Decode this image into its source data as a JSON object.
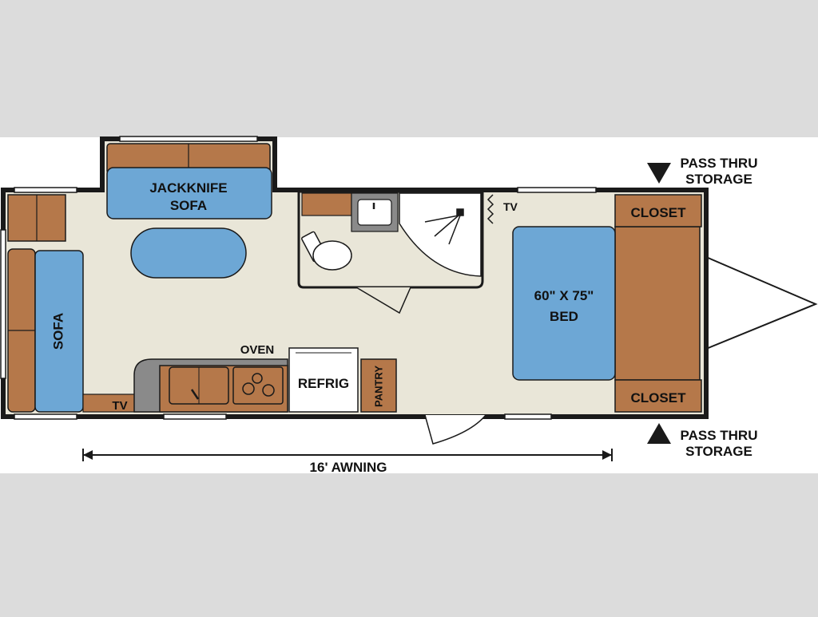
{
  "floorplan": {
    "labels": {
      "jackknife_sofa_line1": "JACKKNIFE",
      "jackknife_sofa_line2": "SOFA",
      "sofa": "SOFA",
      "tv_front": "TV",
      "tv_bath": "TV",
      "oven": "OVEN",
      "refrig": "REFRIG",
      "pantry": "PANTRY",
      "bed_line1": "60\" X 75\"",
      "bed_line2": "BED",
      "closet_top": "CLOSET",
      "closet_bottom": "CLOSET",
      "pass_thru_top_line1": "PASS THRU",
      "pass_thru_top_line2": "STORAGE",
      "pass_thru_bottom_line1": "PASS THRU",
      "pass_thru_bottom_line2": "STORAGE",
      "awning": "16' AWNING"
    },
    "colors": {
      "background_band": "#dcdcdc",
      "canvas": "#ffffff",
      "floor": "#e9e6d8",
      "wood": "#b5784a",
      "cushion_blue": "#6da7d5",
      "outline": "#1a1a1a",
      "counter_gray": "#8a8a8a",
      "bath_floor": "#ffffff"
    }
  }
}
